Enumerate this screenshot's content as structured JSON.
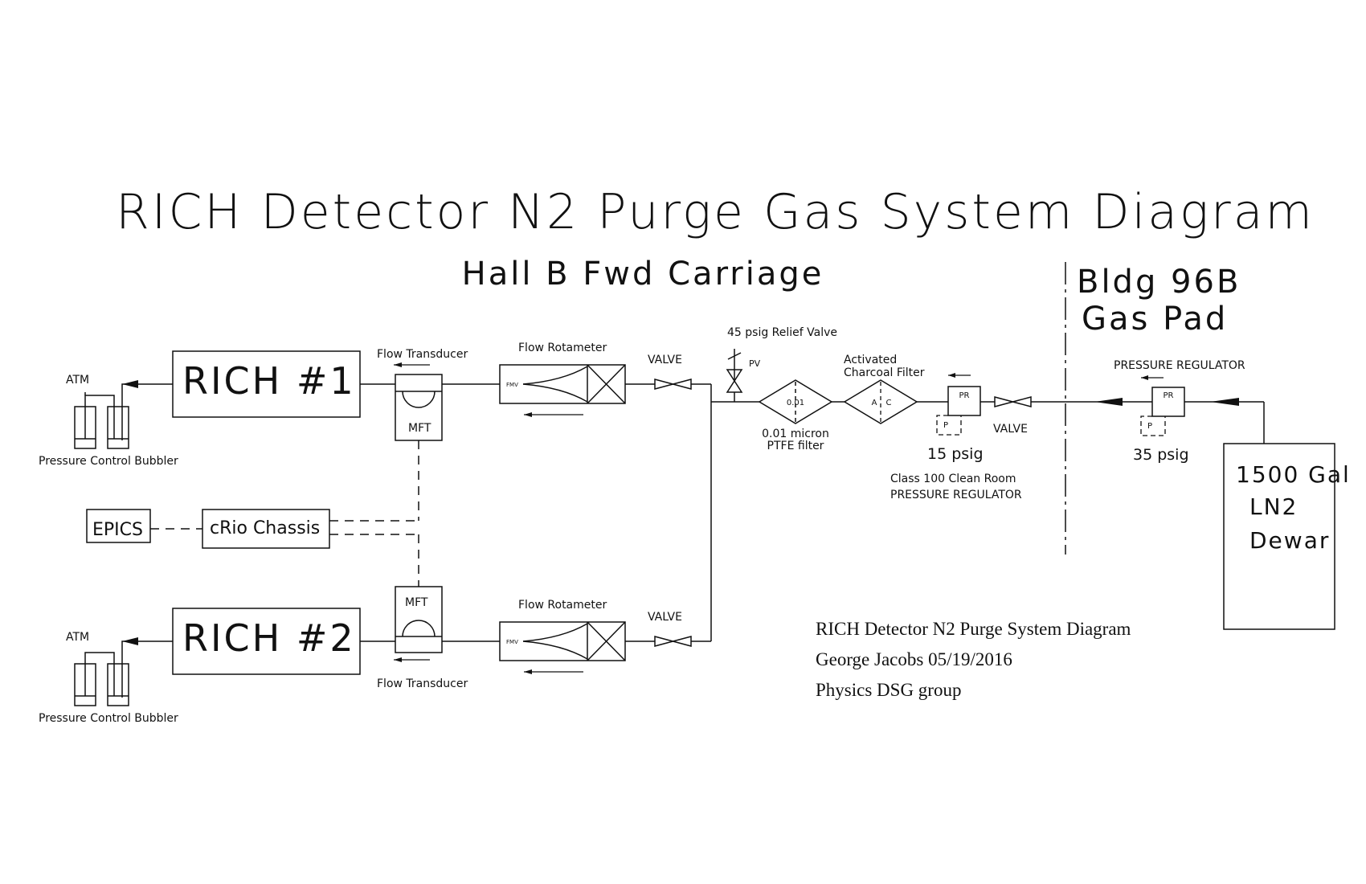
{
  "title": "RICH Detector N2 Purge Gas System Diagram",
  "zones": {
    "left": "Hall B Fwd Carriage",
    "right_line1": "Bldg 96B",
    "right_line2": "Gas Pad"
  },
  "components": {
    "rich1": "RICH #1",
    "rich2": "RICH #2",
    "atm": "ATM",
    "bubbler": "Pressure Control Bubbler",
    "flow_transducer": "Flow Transducer",
    "mft": "MFT",
    "flow_rotameter": "Flow Rotameter",
    "fmv": "FMV",
    "valve": "VALVE",
    "relief_valve": "45 psig Relief Valve",
    "pv": "PV",
    "ptfe_filter_mark": "0.01",
    "ptfe_filter_line1": "0.01 micron",
    "ptfe_filter_line2": "PTFE filter",
    "charcoal_line1": "Activated",
    "charcoal_line2": "Charcoal Filter",
    "charcoal_a": "A",
    "charcoal_c": "C",
    "pr": "PR",
    "p": "P",
    "psig15": "15 psig",
    "clean_room_line1": "Class 100 Clean Room",
    "clean_room_line2": "PRESSURE REGULATOR",
    "pressure_regulator": "PRESSURE REGULATOR",
    "psig35": "35 psig",
    "dewar_line1": "1500 Gal",
    "dewar_line2": "LN2",
    "dewar_line3": "Dewar",
    "epics": "EPICS",
    "crio": "cRio Chassis"
  },
  "info": {
    "line1": "RICH Detector N2 Purge System Diagram",
    "line2": "George Jacobs 05/19/2016",
    "line3": "Physics DSG group"
  }
}
